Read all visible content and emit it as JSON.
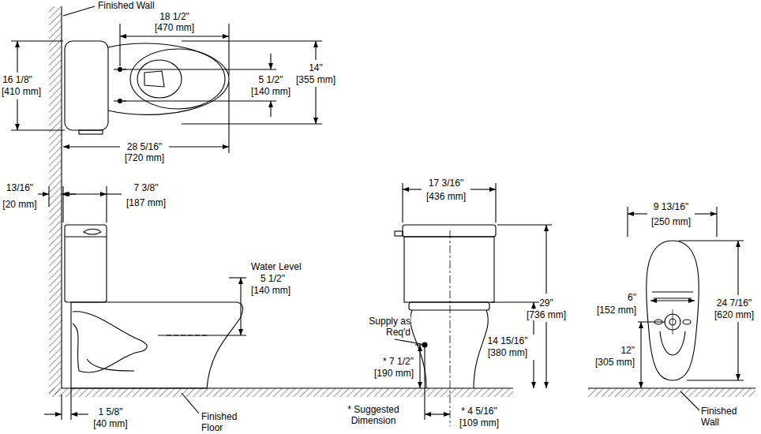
{
  "diagram": {
    "labels": [
      "Finished Wall",
      "18 1/2\"",
      "[470 mm]",
      "16 1/8\"",
      "[410 mm]",
      "14\"",
      "[355 mm]",
      "5 1/2\"",
      "[140 mm]",
      "28 5/16\"",
      "[720 mm]",
      "13/16\"",
      "[20 mm]",
      "7 3/8\"",
      "[187 mm]",
      "17 3/16\"",
      "[436 mm]",
      "9 13/16\"",
      "[250 mm]",
      "Water Level",
      "5 1/2\"",
      "[140 mm]",
      "29\"",
      "[736 mm]",
      "24 7/16\"",
      "[620 mm]",
      "6\"",
      "[152 mm]",
      "Supply as Req'd",
      "14 15/16\"",
      "[380 mm]",
      "12\"",
      "[305 mm]",
      "* 7 1/2\"",
      "[190 mm]",
      "1 5/8\"",
      "[40 mm]",
      "Finished Floor",
      "* Suggested Dimension",
      "* 4 5/16\"",
      "[109 mm]",
      "Finished Wall"
    ]
  }
}
